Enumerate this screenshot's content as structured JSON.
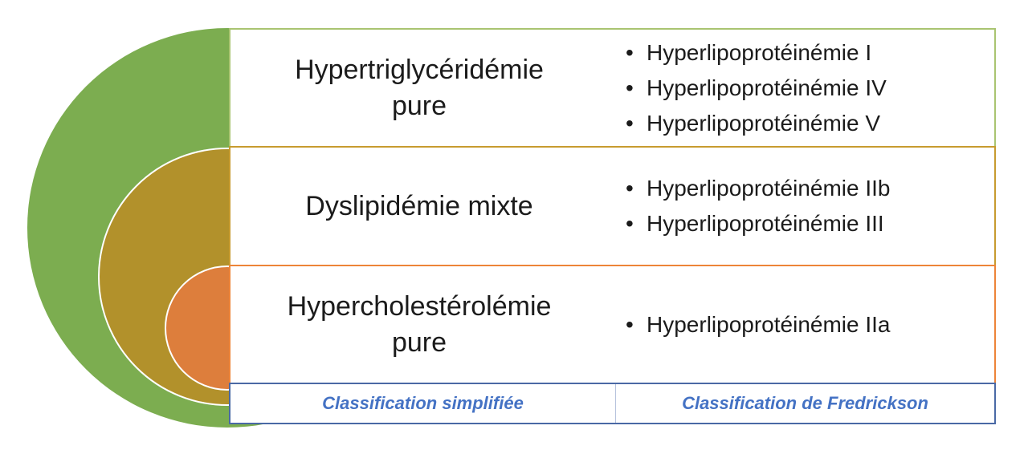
{
  "diagram": {
    "rows": [
      {
        "title": "Hypertriglycéridémie pure",
        "bullets": [
          "Hyperlipoprotéinémie I",
          "Hyperlipoprotéinémie IV",
          "Hyperlipoprotéinémie V"
        ]
      },
      {
        "title": "Dyslipidémie mixte",
        "bullets": [
          "Hyperlipoprotéinémie IIb",
          "Hyperlipoprotéinémie III"
        ]
      },
      {
        "title": "Hypercholestérolémie pure",
        "bullets": [
          "Hyperlipoprotéinémie IIa"
        ]
      }
    ],
    "footer": {
      "left_label": "Classification simplifiée",
      "right_label": "Classification de Fredrickson"
    },
    "colors": {
      "circle_outer": "#7CAD50",
      "circle_middle": "#B2912B",
      "circle_inner": "#DD7E3C",
      "row1_border": "#A9C471",
      "row2_border": "#C79B2F",
      "row3_border": "#ED8438",
      "footer_border": "#4A69A5",
      "footer_text": "#4472C4",
      "text": "#1B1B1B"
    }
  }
}
